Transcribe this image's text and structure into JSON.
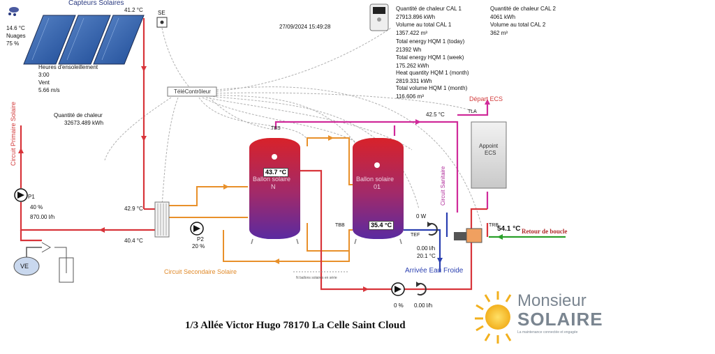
{
  "header": {
    "timestamp": "27/09/2024 15:49:28",
    "panels_title": "Capteurs Solaires"
  },
  "weather": {
    "temperature": "14.6 °C",
    "condition": "Nuages",
    "cloud_pct": "75 %",
    "sunshine_label": "Heures d'ensoleillement",
    "sunshine_value": "3:00",
    "wind_label": "Vent",
    "wind_value": "5.66 m/s"
  },
  "primary": {
    "label": "Circuit Primaire Solaire",
    "heat_label": "Quantité de chaleur",
    "heat_value": "32673.489 kWh",
    "collector_temp": "41.2 °C",
    "pump_name": "P1",
    "pump_pct": "40 %",
    "flow": "870.00 l/h",
    "hx_in_temp": "42.9 °C",
    "return_temp": "40.4 °C",
    "sensor_se": "SE",
    "vessel": "VE"
  },
  "controller": {
    "label": "TéléContrôleur"
  },
  "secondary": {
    "label": "Circuit Secondaire Solaire",
    "pump_name": "P2",
    "pump_pct": "20 %",
    "note": "N ballons solaires en série"
  },
  "tanks": {
    "tank_n_label_1": "Ballon solaire",
    "tank_n_label_2": "N",
    "tank_n_temp": "43.7 °C",
    "tank_01_label_1": "Ballon solaire",
    "tank_01_label_2": "01",
    "tank_01_temp": "35.4 °C",
    "sensor_tbs": "TBS",
    "sensor_tbb": "TBB",
    "sensor_tee": "TEF"
  },
  "sanitary": {
    "label": "Circuit Sanitaire",
    "depart_label": "Départ ECS",
    "depart_temp": "42.5 °C",
    "appoint_1": "Appoint",
    "appoint_2": "ECS",
    "cold_label": "Arrivée Eau Froide",
    "cold_power": "0 W",
    "cold_flow": "0.00 l/h",
    "cold_temp": "20.1 °C",
    "return_label": "Retour de boucle",
    "return_temp": "54.1 °C",
    "recirc_pct": "0 %",
    "recirc_flow": "0.00 l/h",
    "sensor_tla": "TLA",
    "sensor_trb": "TRB"
  },
  "meters": {
    "cal1_heat_label": "Quantité de chaleur CAL 1",
    "cal1_heat_value": "27913.896 kWh",
    "cal1_vol_label": "Volume au total CAL 1",
    "cal1_vol_value": "1357.422 m³",
    "hqm_today_label": "Total energy HQM 1 (today)",
    "hqm_today_value": "21392 Wh",
    "hqm_week_label": "Total energy HQM 1 (week)",
    "hqm_week_value": "175.262 kWh",
    "hqm_month_label": "Heat quantity HQM 1 (month)",
    "hqm_month_value": "2819.331 kWh",
    "hqm_vol_label": "Total volume HQM 1 (month)",
    "hqm_vol_value": "116.606 m³",
    "cal2_heat_label": "Quantité de chaleur CAL 2",
    "cal2_heat_value": "4061 kWh",
    "cal2_vol_label": "Volume au total CAL 2",
    "cal2_vol_value": "362 m³"
  },
  "footer": {
    "address": "1/3 Allée Victor Hugo 78170 La Celle Saint Cloud",
    "brand_1": "Monsieur",
    "brand_2": "SOLAIRE",
    "brand_tagline": "La maintenance connectée et engagée"
  },
  "colors": {
    "hot": "#d8343a",
    "warm": "#e8902a",
    "sanitary": "#d02a9a",
    "cold": "#2a3fb0",
    "green": "#2aa02a"
  }
}
